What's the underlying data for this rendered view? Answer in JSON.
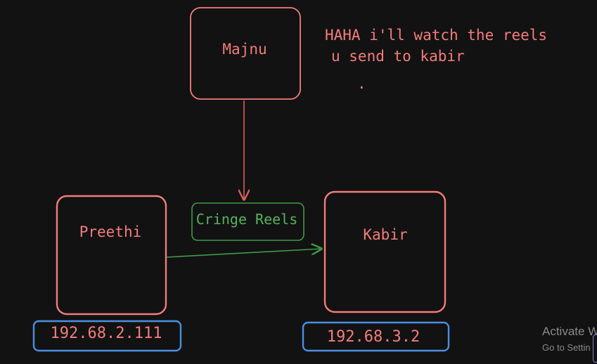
{
  "nodes": {
    "majnu": {
      "label": "Majnu"
    },
    "preethi": {
      "label": "Preethi"
    },
    "kabir": {
      "label": "Kabir"
    }
  },
  "ip_labels": {
    "preethi_ip": "192.68.2.111",
    "kabir_ip": "192.68.3.2"
  },
  "edge_label": "Cringe Reels",
  "note": {
    "line1": "HAHA i'll watch the reels",
    "line2": "u send to kabir",
    "dot": "."
  },
  "watermark": {
    "title": "Activate W",
    "subtitle": "Go to Settin"
  },
  "colors": {
    "background": "#121212",
    "node_stroke": "#f47c7c",
    "node_text": "#f47c7c",
    "edge_green": "#3f9b4a",
    "edge_label_text": "#55b25f",
    "arrow_red": "#d9605f",
    "ip_box_stroke": "#4a90e2",
    "ip_text": "#f47c7c"
  }
}
